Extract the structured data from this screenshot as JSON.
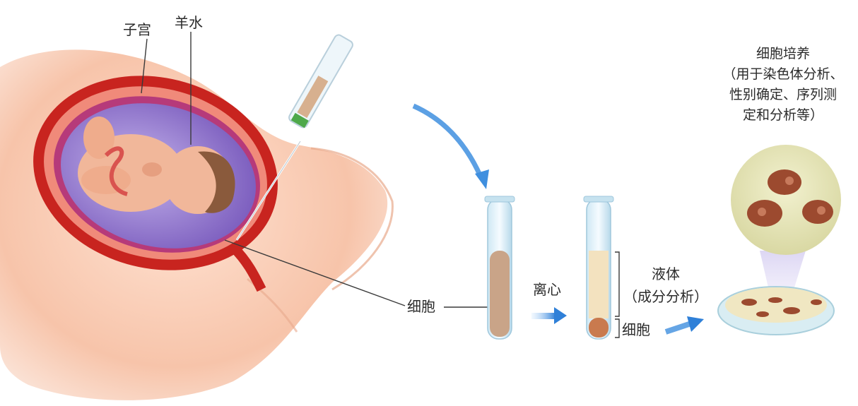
{
  "labels": {
    "uterus": "子宫",
    "amniotic_fluid": "羊水",
    "cells_left": "细胞",
    "centrifuge": "离心",
    "liquid": "液体",
    "liquid_note": "（成分分析）",
    "cells_right": "细胞",
    "culture_title": "细胞培养",
    "culture_note": [
      "（用于染色体分析、",
      "性别确定、序列测",
      "定和分析等）"
    ]
  },
  "colors": {
    "skin": "#f6c7ae",
    "uterus_wall": "#d9302b",
    "amniotic": "#8b6fc7",
    "fetus": "#f1b79a",
    "cell_suspension": "#c9a488",
    "supernatant": "#f3e2bf",
    "cell_pellet": "#c97a4e",
    "arrow": "#3f8fdf",
    "culture_cell": "#9c4a2f",
    "culture_bg": "#e9e7b8"
  }
}
